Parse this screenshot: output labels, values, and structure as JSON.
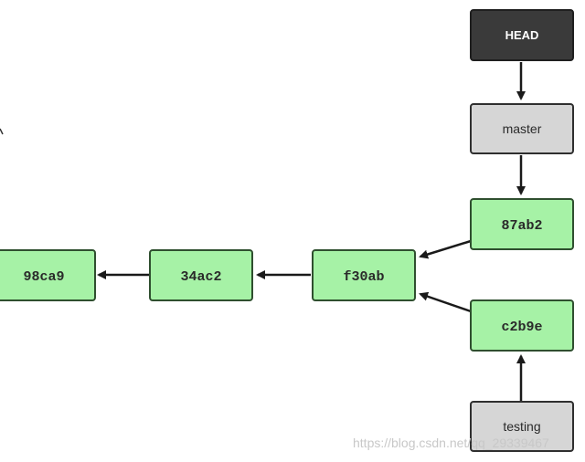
{
  "refs": {
    "head": "HEAD",
    "master": "master",
    "testing": "testing"
  },
  "commits": {
    "c1": "98ca9",
    "c2": "34ac2",
    "c3": "f30ab",
    "c4": "87ab2",
    "c5": "c2b9e"
  },
  "watermark": "https://blog.csdn.net/qq_29339467",
  "colors": {
    "commit_fill": "#a6f2a6",
    "ref_fill": "#d6d6d6",
    "head_fill": "#3a3a3a"
  }
}
